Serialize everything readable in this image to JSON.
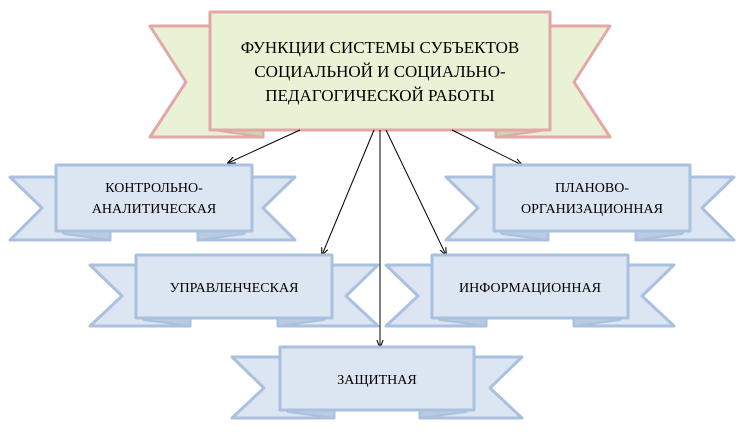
{
  "title": {
    "lines": [
      "ФУНКЦИИ СИСТЕМЫ СУБЪЕКТОВ",
      "СОЦИАЛЬНОЙ И СОЦИАЛЬНО-",
      "ПЕДАГОГИЧЕСКОЙ РАБОТЫ"
    ]
  },
  "functions": {
    "control": {
      "lines": [
        "КОНТРОЛЬНО-",
        "АНАЛИТИЧЕСКАЯ"
      ]
    },
    "planning": {
      "lines": [
        "ПЛАНОВО-",
        "ОРГАНИЗАЦИОННАЯ"
      ]
    },
    "management": {
      "lines": [
        "УПРАВЛЕНЧЕСКАЯ"
      ]
    },
    "information": {
      "lines": [
        "ИНФОРМАЦИОННАЯ"
      ]
    },
    "protective": {
      "lines": [
        "ЗАЩИТНАЯ"
      ]
    }
  },
  "colors": {
    "title_fill": "#eaf2d6",
    "title_stroke": "#e2a8a8",
    "banner_fill": "#dce6f2",
    "banner_stroke": "#a9c1df",
    "arrow": "#000000"
  }
}
